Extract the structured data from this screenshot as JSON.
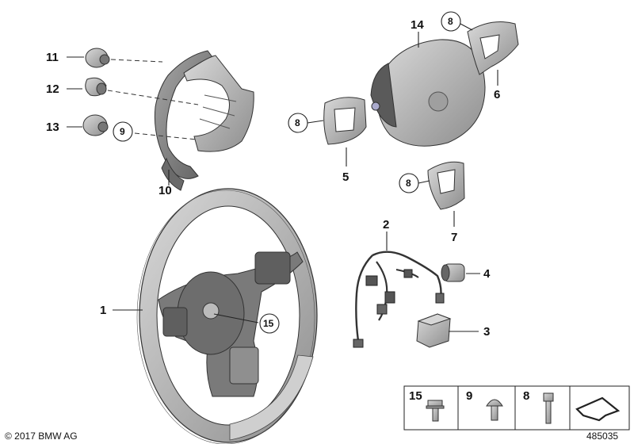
{
  "callouts": {
    "c1": "1",
    "c2": "2",
    "c3": "3",
    "c4": "4",
    "c5": "5",
    "c6": "6",
    "c7": "7",
    "c8a": "8",
    "c8b": "8",
    "c8c": "8",
    "c9": "9",
    "c10": "10",
    "c11": "11",
    "c12": "12",
    "c13": "13",
    "c14": "14",
    "c15": "15"
  },
  "legend": {
    "item1": "15",
    "item2": "9",
    "item3": "8"
  },
  "footer": {
    "copyright": "© 2017 BMW AG",
    "diagram_number": "485035"
  },
  "colors": {
    "part_fill": "#bdbdbd",
    "part_dark": "#8c8c8c",
    "line": "#222222"
  }
}
